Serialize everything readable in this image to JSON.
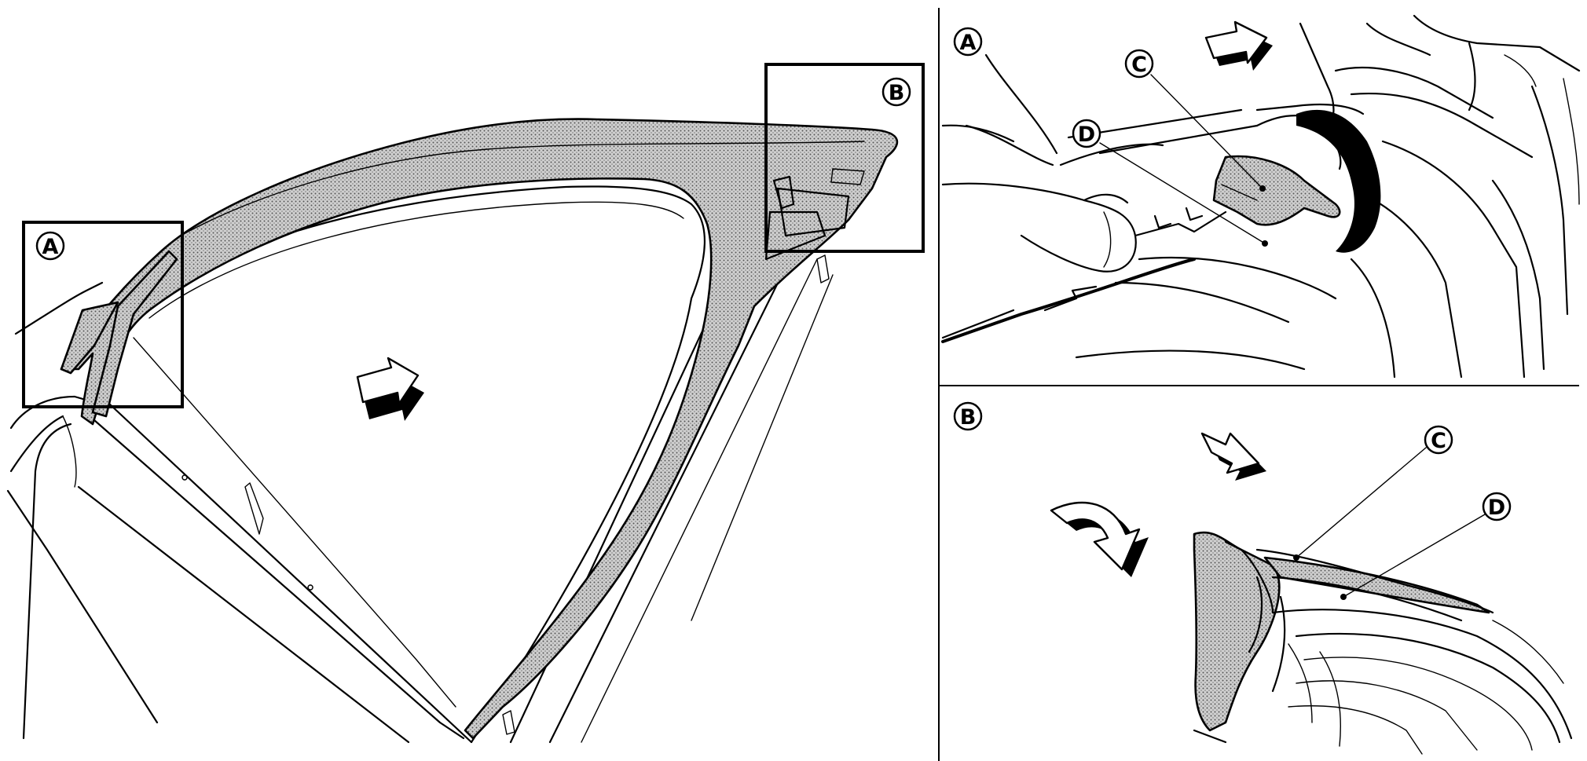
{
  "main_view": {
    "callout_a": "A",
    "callout_b": "B"
  },
  "detail_a": {
    "panel_label": "A",
    "label_c": "C",
    "label_d": "D"
  },
  "detail_b": {
    "panel_label": "B",
    "label_c": "C",
    "label_d": "D"
  },
  "colors": {
    "line": "#000000",
    "background": "#ffffff",
    "seal_fill": "dotted-gray"
  },
  "icons": [
    "push-arrow-icon",
    "rotate-arrow-icon",
    "callout-circle-icon"
  ]
}
